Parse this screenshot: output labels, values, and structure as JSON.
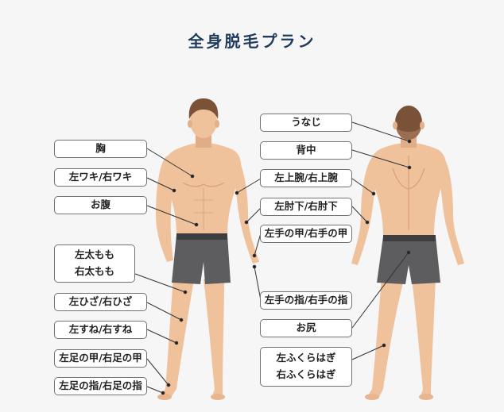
{
  "title": "全身脱毛プラン",
  "labels": {
    "chest": "胸",
    "armpit": "左ワキ/右ワキ",
    "belly": "お腹",
    "thigh_l": "左太もも",
    "thigh_r": "右太もも",
    "knee": "左ひざ/右ひざ",
    "shin": "左すね/右すね",
    "foot_top": "左足の甲/右足の甲",
    "toes": "左足の指/右足の指",
    "nape": "うなじ",
    "back": "背中",
    "upper_arm": "左上腕/右上腕",
    "forearm": "左肘下/右肘下",
    "hand_back": "左手の甲/右手の甲",
    "fingers": "左手の指/右手の指",
    "buttocks": "お尻",
    "calf_l": "左ふくらはぎ",
    "calf_r": "右ふくらはぎ"
  },
  "colors": {
    "skin": "#f0c29c",
    "skin_shadow": "#d99f78",
    "hair": "#7a5238",
    "shorts": "#5d5d60",
    "waistband": "#3e3e41",
    "title": "#1f3a5a"
  }
}
